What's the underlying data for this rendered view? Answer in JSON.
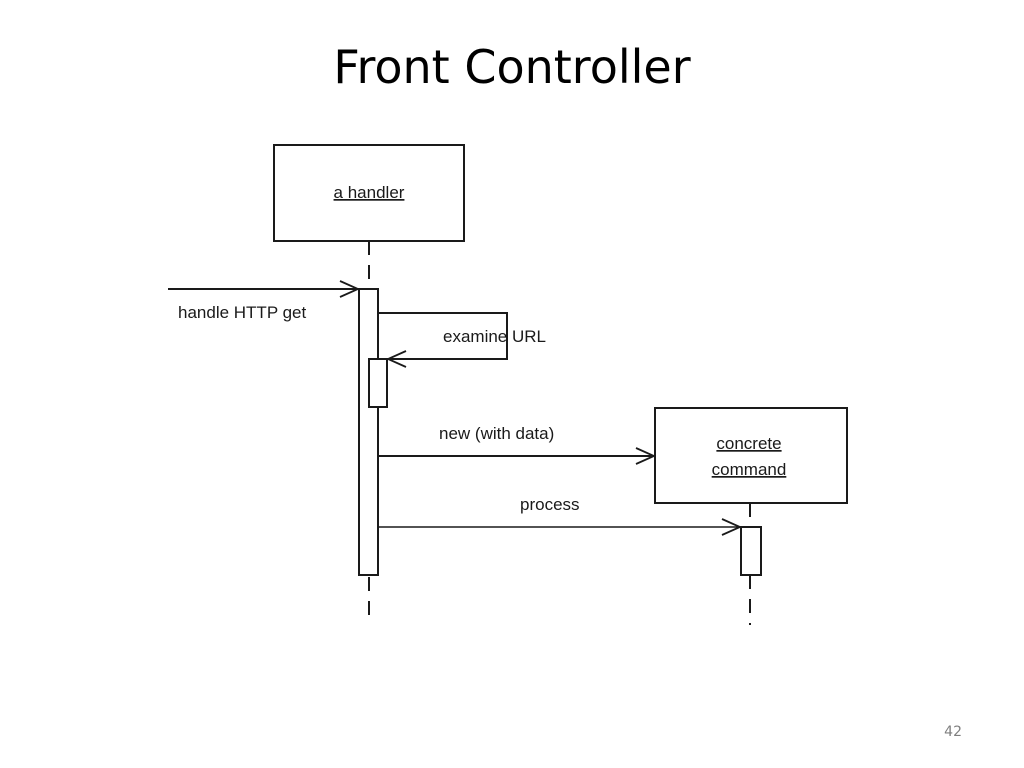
{
  "title": "Front Controller",
  "page_number": "42",
  "diagram": {
    "participants": {
      "handler": "a handler",
      "command_line1": "concrete",
      "command_line2": "command"
    },
    "messages": {
      "incoming": "handle HTTP get",
      "self_call": "examine URL",
      "create": "new (with data)",
      "call": "process"
    }
  }
}
